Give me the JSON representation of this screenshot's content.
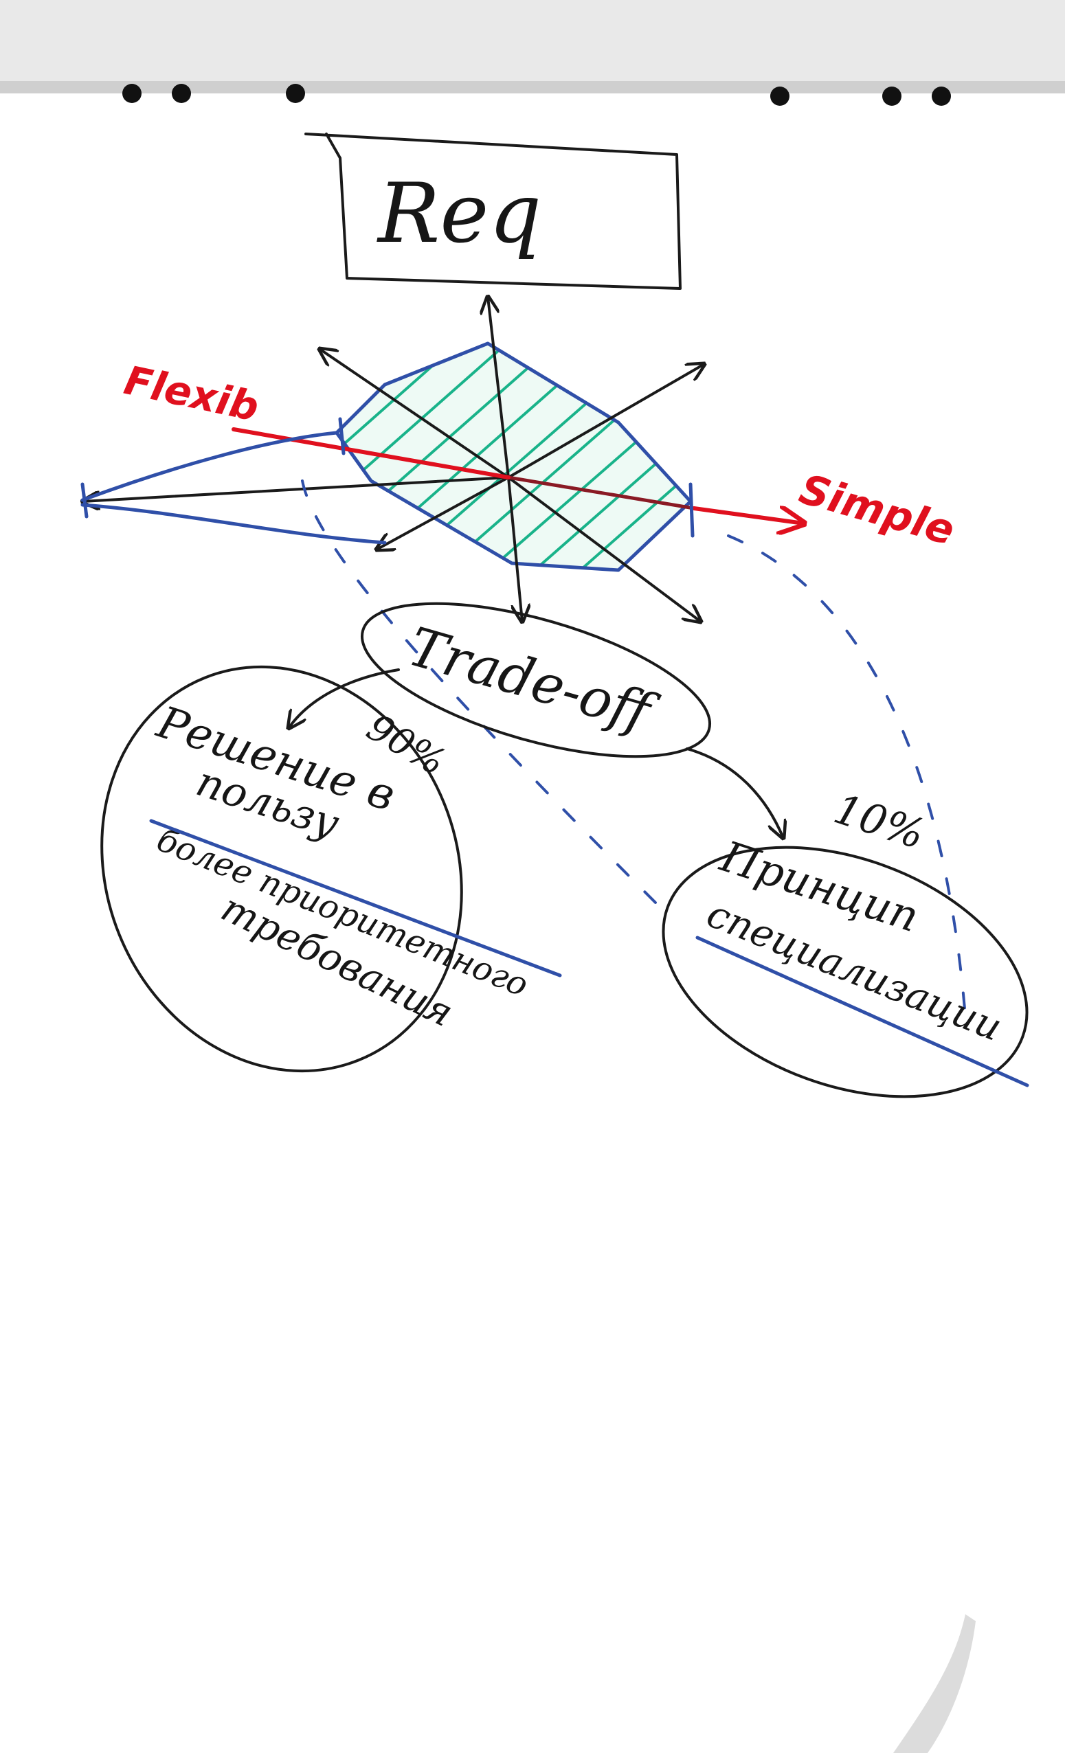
{
  "diagram": {
    "title": "Req",
    "left_axis_label": "Flexib",
    "right_axis_label": "Simple",
    "center_node": "Trade-off",
    "left_node": {
      "percent": "90%",
      "lines": [
        "Решение в",
        "пользу",
        "более приоритетного",
        "требования"
      ]
    },
    "right_node": {
      "percent": "10%",
      "lines": [
        "Принцип",
        "специализации"
      ]
    },
    "colors": {
      "ink": "#1a1a1a",
      "accent_red": "#e0101e",
      "accent_blue": "#2f4fa8",
      "hatch_green": "#19b38a"
    }
  }
}
